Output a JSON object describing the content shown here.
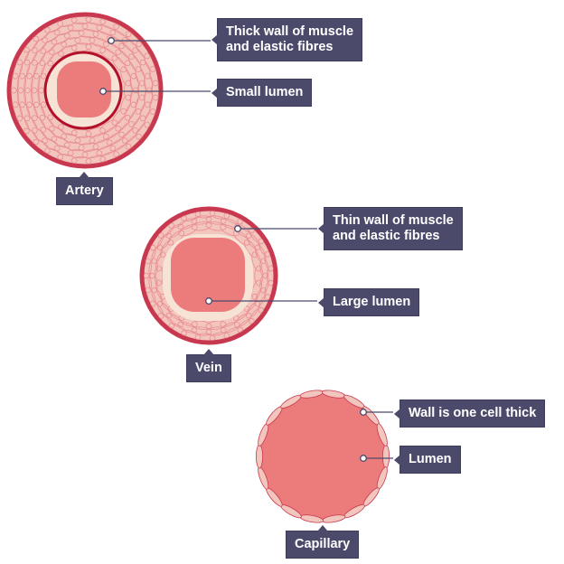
{
  "title": "Blood vessel cross-sections",
  "colors": {
    "outer_wall": "#c8384f",
    "muscle_fill": "#f2c5bd",
    "muscle_fibre": "#e8848a",
    "inner_ring": "#f6e3d6",
    "inner_ring_border": "#b3102a",
    "lumen": "#ec7b7b",
    "label_bg": "#4b4a6b",
    "label_text": "#ffffff",
    "pointer_line": "#4b4a6b"
  },
  "vessels": [
    {
      "name": "Artery",
      "labels": [
        "Thick wall of muscle\nand elastic fibres",
        "Small lumen"
      ]
    },
    {
      "name": "Vein",
      "labels": [
        "Thin wall of muscle\nand elastic fibres",
        "Large lumen"
      ]
    },
    {
      "name": "Capillary",
      "labels": [
        "Wall is one cell thick",
        "Lumen"
      ]
    }
  ]
}
